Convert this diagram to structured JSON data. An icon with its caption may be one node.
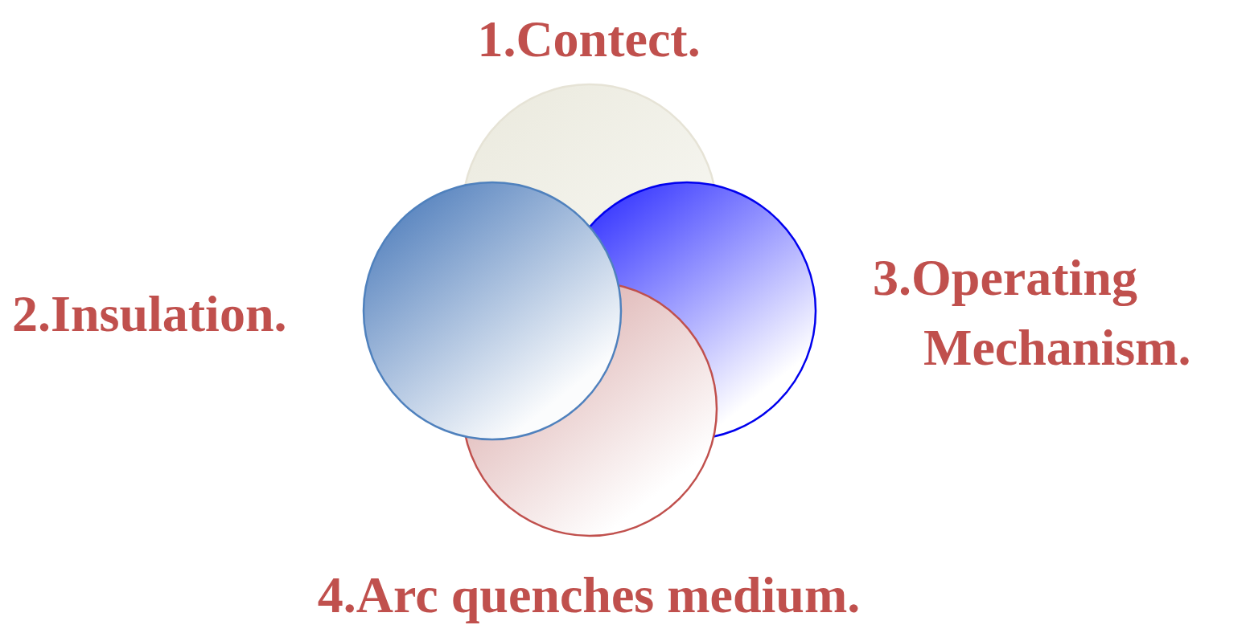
{
  "diagram": {
    "nodes": [
      {
        "text": [],
        "shape": "circle",
        "beside": [
          "1.Contect."
        ]
      },
      {
        "text": [],
        "shape": "circle",
        "beside": [
          "2.Insulation."
        ]
      },
      {
        "text": [],
        "shape": "circle",
        "beside": [
          "3.Operating Mechanism."
        ]
      },
      {
        "text": [],
        "shape": "circle",
        "beside": [
          "4.Arc quenches medium."
        ]
      }
    ]
  }
}
